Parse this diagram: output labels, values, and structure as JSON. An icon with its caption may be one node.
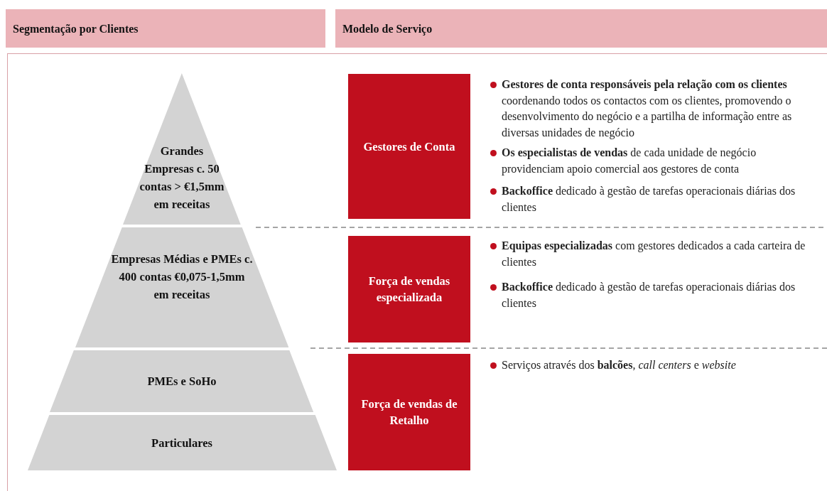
{
  "diagram": {
    "nodes": [
      {
        "text": [
          "Segmentação por Clientes"
        ]
      },
      {
        "text": [
          "Modelo de Serviço"
        ]
      },
      {
        "text": [
          "Grandes Empresas c. 50 contas > €1,5mm em receitas"
        ]
      },
      {
        "text": [
          "Empresas Médias e PMEs c. 400 contas €0,075-1,5mm em receitas"
        ]
      },
      {
        "text": [
          "PMEs e SoHo"
        ]
      },
      {
        "text": [
          "Particulares"
        ]
      },
      {
        "text": [
          "Gestores de Conta"
        ]
      },
      {
        "text": [
          "Força de vendas especializada"
        ]
      },
      {
        "text": [
          "Força de vendas de Retalho"
        ]
      }
    ],
    "edges": [],
    "labels": [
      "**Gestores de conta responsáveis pela relação com os clientes** coordenando todos os contactos com os clientes, promovendo o desenvolvimento do negócio e a partilha de informação entre as diversas unidades de negócio",
      "**Os especialistas de vendas** de cada unidade de negócio providenciam apoio comercial aos gestores de conta",
      "**Backoffice** dedicado à gestão de tarefas operacionais diárias dos clientes",
      "**Equipas especializadas** com gestores dedicados a cada carteira de clientes",
      "**Backoffice** dedicado à gestão de tarefas operacionais diárias dos clientes",
      "Serviços através dos **balcões**, *call centers* e *website*"
    ]
  }
}
